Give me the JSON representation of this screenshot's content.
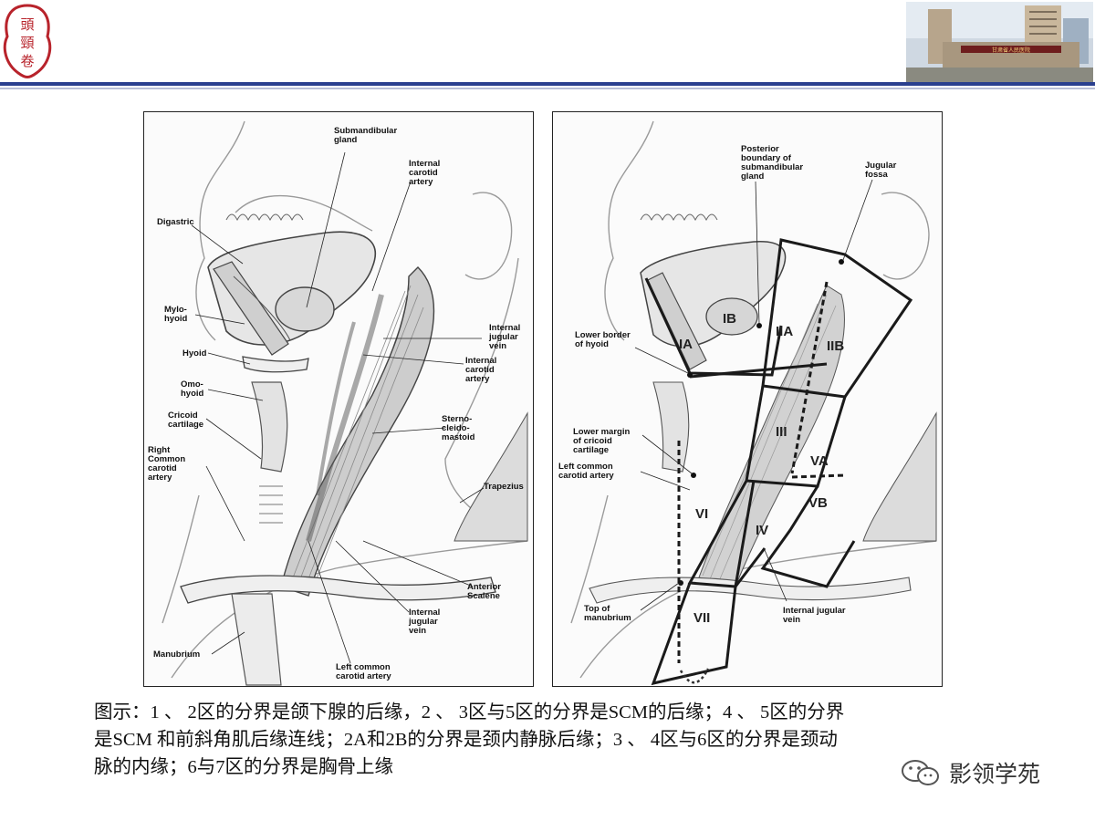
{
  "header": {
    "logo_text": "頭頸卷",
    "photo_sign": "甘肃省人民医院",
    "accent_color": "#2a3f8f"
  },
  "left_figure": {
    "labels": {
      "submandibular_gland": "Submandibular\ngland",
      "internal_carotid_top": "Internal\ncarotid\nartery",
      "digastric": "Digastric",
      "mylohyoid": "Mylo-\nhyoid",
      "internal_jugular_top": "Internal\njugular\nvein",
      "hyoid": "Hyoid",
      "internal_carotid_mid": "Internal\ncarotid\nartery",
      "omohyoid": "Omo-\nhyoid",
      "cricoid": "Cricoid\ncartilage",
      "sternocleidomastoid": "Sterno-\ncleido-\nmastoid",
      "right_common_carotid": "Right\nCommon\ncarotid\nartery",
      "trapezius": "Trapezius",
      "anterior_scalene": "Anterior\nScalene",
      "internal_jugular_bottom": "Internal\njugular\nvein",
      "manubrium": "Manubrium",
      "left_common_carotid": "Left common\ncarotid artery"
    }
  },
  "right_figure": {
    "labels": {
      "posterior_boundary": "Posterior\nboundary of\nsubmandibular\ngland",
      "jugular_fossa": "Jugular\nfossa",
      "lower_border_hyoid": "Lower border\nof hyoid",
      "lower_margin_cricoid": "Lower margin\nof cricoid\ncartilage",
      "left_common_carotid": "Left common\ncarotid artery",
      "top_of_manubrium": "Top of\nmanubrium",
      "internal_jugular": "Internal jugular\nvein"
    },
    "zones": {
      "IA": "IA",
      "IB": "IB",
      "IIA": "IIA",
      "IIB": "IIB",
      "III": "III",
      "VA": "VA",
      "VB": "VB",
      "IV": "IV",
      "VI": "VI",
      "VII": "VII"
    }
  },
  "caption": "图示：1 、 2区的分界是颌下腺的后缘，2 、 3区与5区的分界是SCM的后缘；4 、 5区的分界\n是SCM 和前斜角肌后缘连线；2A和2B的分界是颈内静脉后缘；3 、 4区与6区的分界是颈动\n脉的内缘；6与7区的分界是胸骨上缘",
  "watermark": "影领学苑"
}
